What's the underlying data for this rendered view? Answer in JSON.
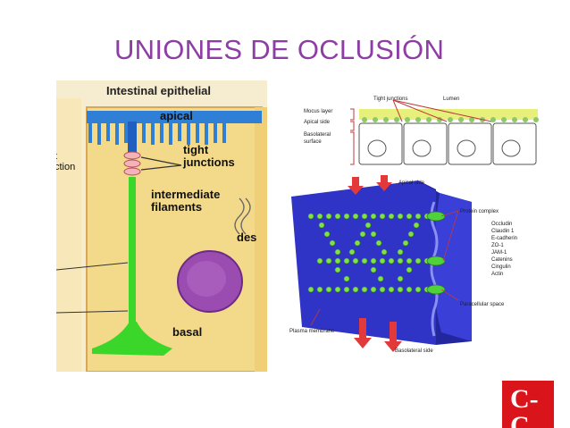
{
  "slide": {
    "title": "UNIONES DE OCLUSIÓN"
  },
  "figure_left": {
    "header": "Intestinal epithelial",
    "label_apical": "apical",
    "label_tight_1": "tight",
    "label_tight_2": "junctions",
    "label_intermediate_1": "intermediate",
    "label_intermediate_2": "filaments",
    "label_des": "des",
    "label_basal": "basal",
    "edge_text_1": "t",
    "edge_text_2": "ction"
  },
  "figure_top_right": {
    "tight_junctions": "Tight junctions",
    "lumen": "Lumen",
    "mucus_layer": "Mocus layer",
    "apical_side": "Apical side",
    "basolateral_1": "Basolateral",
    "basolateral_2": "surface"
  },
  "figure_bottom_right": {
    "apical_side": "Apical side",
    "protein_complex": "Protein complex",
    "proteins": [
      "Occludin",
      "Claudin 1",
      "E-cadherin",
      "ZO-1",
      "JAM-1",
      "Catenins",
      "Cingulin",
      "Actin"
    ],
    "paracellular_space": "Paracellular space",
    "plasma_membrane": "Plasma membrane",
    "basolateral_side": "Basolateral side"
  },
  "logo": {
    "text": "C-C"
  },
  "colors": {
    "title": "#8e3da4",
    "logo_bg": "#d9141b",
    "membrane_blue": "#2f33c6",
    "junction_green": "#3bd62a",
    "cell_fill": "#f3d98a"
  }
}
